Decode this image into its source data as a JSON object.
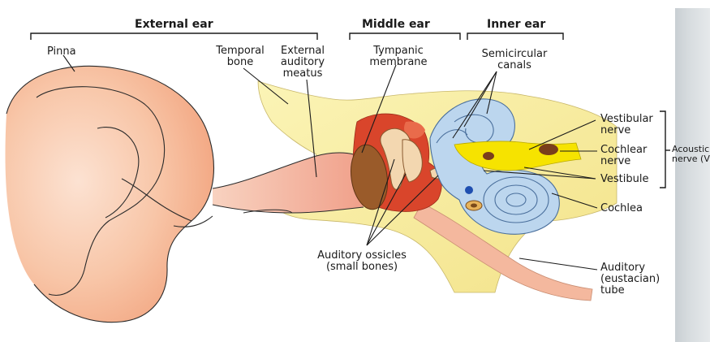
{
  "headers": {
    "external": "External ear",
    "middle": "Middle ear",
    "inner": "Inner ear"
  },
  "labels": {
    "pinna": "Pinna",
    "temporal_bone": "Temporal\nbone",
    "external_auditory_meatus": "External\nauditory\nmeatus",
    "tympanic_membrane": "Tympanic\nmembrane",
    "semicircular_canals": "Semicircular\ncanals",
    "vestibular_nerve": "Vestibular\nnerve",
    "cochlear_nerve": "Cochlear\nnerve",
    "acoustic_nerve": "Acoustic\nnerve (V",
    "vestibule": "Vestibule",
    "cochlea": "Cochlea",
    "auditory_ossicles": "Auditory ossicles\n(small bones)",
    "auditory_tube": "Auditory\n(eustacian)\ntube"
  },
  "colors": {
    "skin": "#f7c2a2",
    "bone": "#f7ef9c",
    "canal": "#f3a58f",
    "tympanic_red": "#d9452b",
    "ossicle_brown": "#9a5b2a",
    "inner_blue": "#bcd6ee",
    "inner_outline": "#4a6f9c",
    "nerve_yellow": "#f6e300",
    "nerve_brown": "#7a3e1c"
  }
}
